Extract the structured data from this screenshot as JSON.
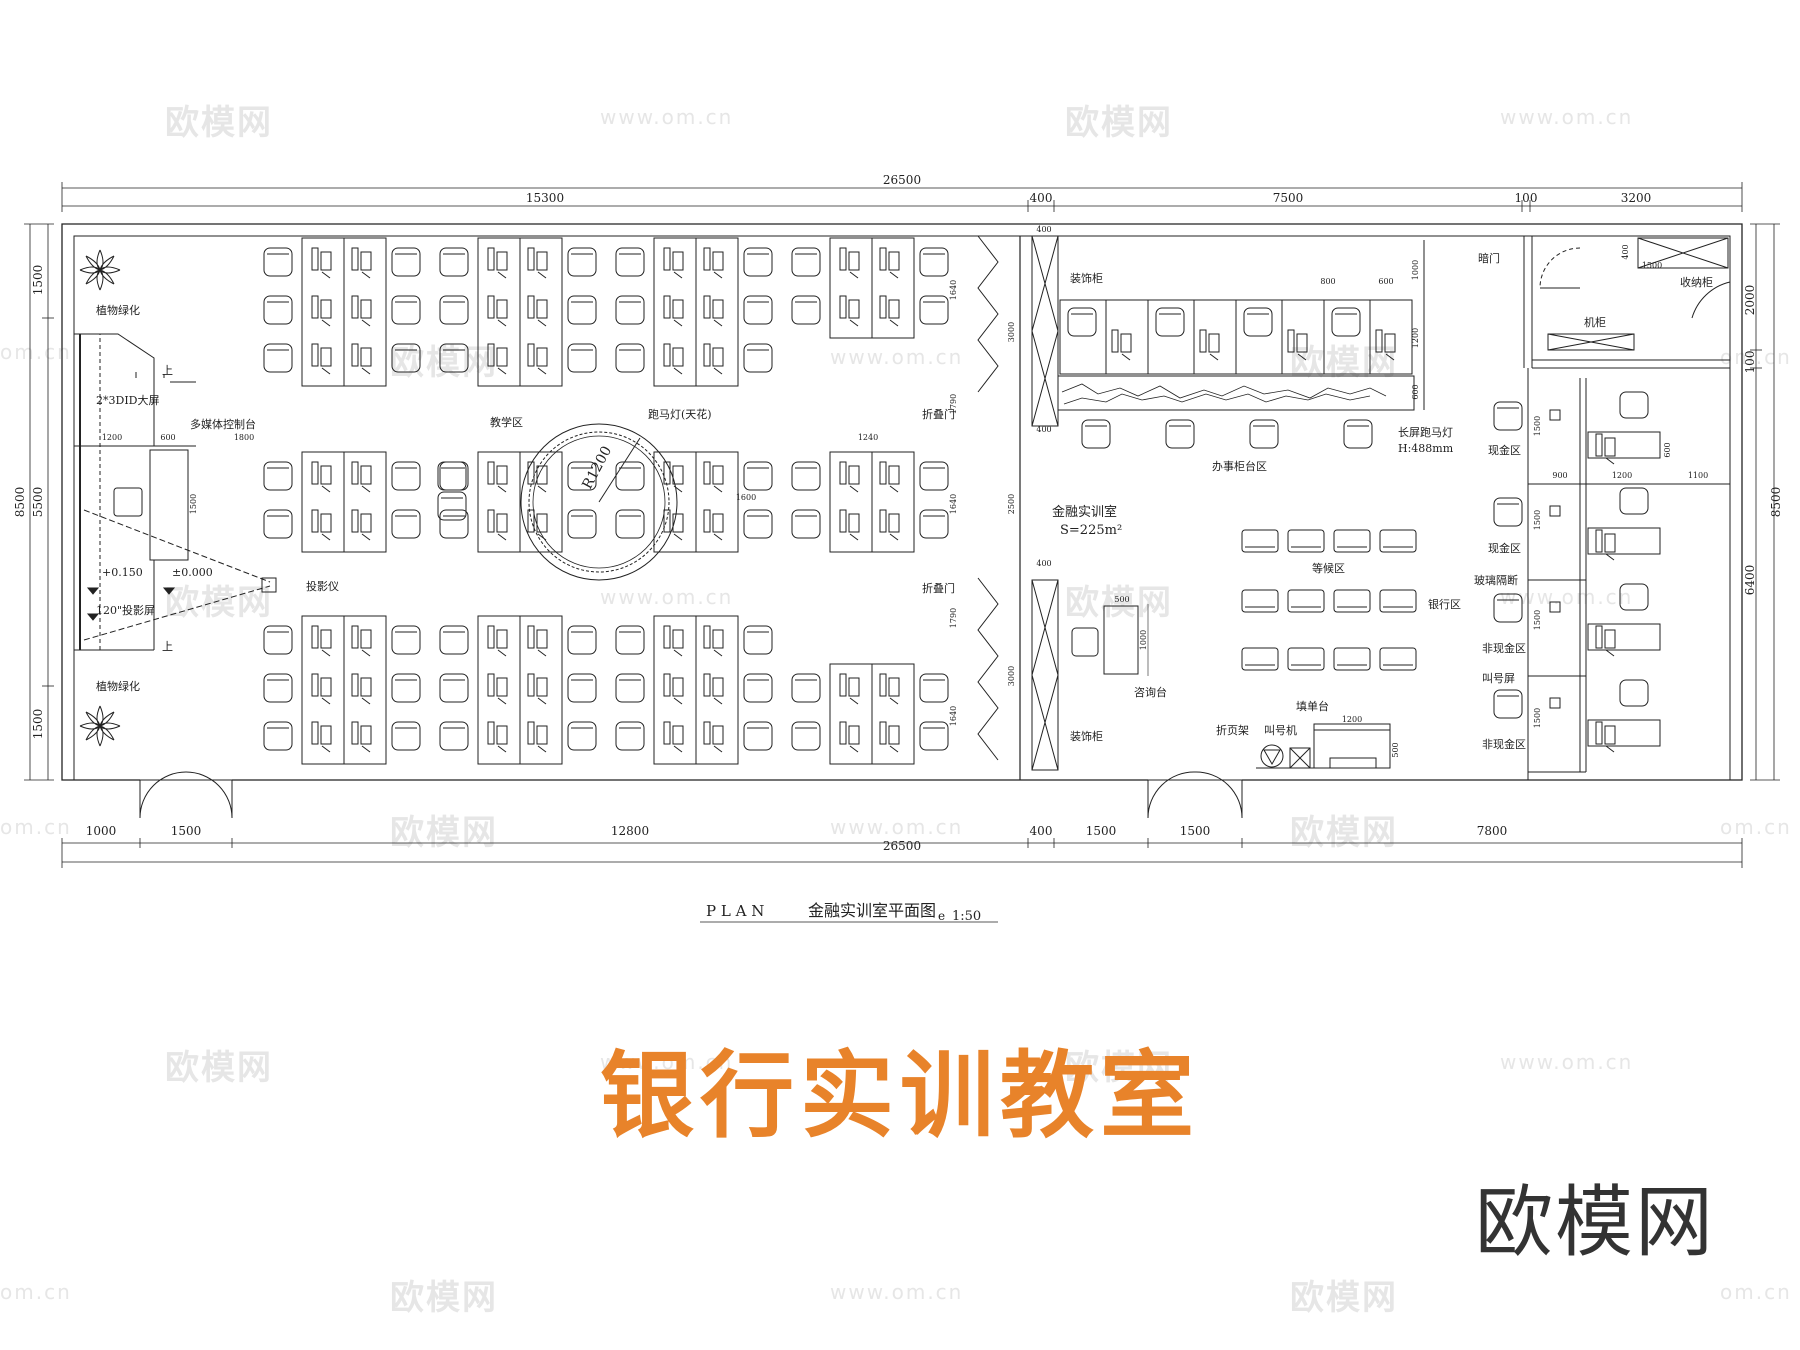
{
  "plan_title": {
    "prefix": "P L A N",
    "name": "金融实训室平面图",
    "scale": "1:50",
    "scale_mark": "e"
  },
  "main_title": "银行实训教室",
  "brand": "欧模网",
  "watermark": {
    "brand": "欧模网",
    "url": "www.om.cn",
    "url_short": "om.cn"
  },
  "dims": {
    "top_total": "26500",
    "top_segments": [
      "15300",
      "400",
      "7500",
      "100",
      "3200"
    ],
    "bottom_total": "26500",
    "bottom_segments": [
      "1000",
      "1500",
      "12800",
      "400",
      "1500",
      "1500",
      "7800"
    ],
    "left_total": "8500",
    "left_segments": [
      "1500",
      "5500",
      "1500"
    ],
    "right_total": "8500",
    "right_segments": [
      "2000",
      "100",
      "6400"
    ]
  },
  "inner_dims": {
    "d1200": "1200",
    "d600": "600",
    "d1800": "1800",
    "d1500v": "1500",
    "d1640a": "1640",
    "d1790a": "1790",
    "d1640b": "1640",
    "d1790b": "1790",
    "d1640c": "1640",
    "d1240": "1240",
    "d1600": "1600",
    "d3000a": "3000",
    "d2500": "2500",
    "d3000b": "3000",
    "d400a": "400",
    "d400b": "400",
    "d400c": "400",
    "d800": "800",
    "d600b": "600",
    "d1000": "1000",
    "d1200v": "1200",
    "d600v": "600",
    "d500": "500",
    "d1000v": "1000",
    "d1200s": "1200",
    "d500s": "500",
    "d1500r": "1500",
    "d400r": "400",
    "d600r": "600",
    "d900": "900",
    "d1200r": "1200",
    "d1100": "1100",
    "d1500c1": "1500",
    "d1500c2": "1500",
    "d1500c3": "1500",
    "d1500c4": "1500"
  },
  "labels": {
    "plant_top": "植物绿化",
    "plant_bottom": "植物绿化",
    "did_screen": "2*3DID大屏",
    "up_top": "上",
    "up_bottom": "上",
    "console": "多媒体控制台",
    "teaching_area": "教学区",
    "marquee_light": "跑马灯(天花)",
    "radius": "R1200",
    "level_a": "+0.150",
    "level_b": "±0.000",
    "projector_screen": "120\"投影屏",
    "projector": "投影仪",
    "folding_door_top": "折叠门",
    "folding_door_bottom": "折叠门",
    "deco_cabinet_top": "装饰柜",
    "deco_cabinet_bottom": "装饰柜",
    "office_counter": "办事柜台区",
    "long_marquee": "长屏跑马灯",
    "long_marquee_h": "H:488mm",
    "room_name": "金融实训室",
    "room_area": "S=225m²",
    "waiting_area": "等候区",
    "bank_area": "银行区",
    "consult_desk": "咨询台",
    "form_desk": "填单台",
    "brochure_rack": "折页架",
    "queue_machine": "叫号机",
    "hidden_door": "暗门",
    "storage_cabinet": "收纳柜",
    "rack_cabinet": "机柜",
    "cash_area_1": "现金区",
    "cash_area_2": "现金区",
    "glass_partition": "玻璃隔断",
    "noncash_area_1": "非现金区",
    "noncash_area_2": "非现金区",
    "queue_screen": "叫号屏"
  },
  "colors": {
    "line": "#222222",
    "title_orange": "#e8832a",
    "watermark": "#e6e6e6",
    "logo": "#333333"
  }
}
